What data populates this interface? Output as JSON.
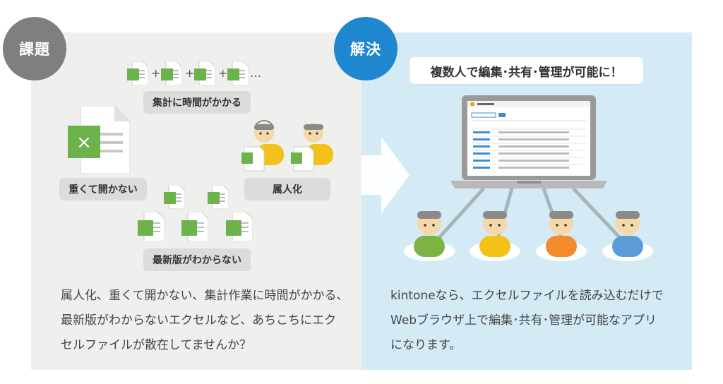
{
  "badges": {
    "problem": "課題",
    "solution": "解決"
  },
  "left": {
    "sum_label": "集計に時間がかかる",
    "heavy_label": "重くて開かない",
    "person_label": "属人化",
    "latest_label": "最新版がわからない",
    "plus": "+",
    "ellipsis": "…",
    "file_mark": "×",
    "text_lines": [
      "属人化、重くて開かない、集計作業に時間がかかる、",
      "最新版がわからないエクセルなど、あちこちにエク",
      "セルファイルが散在してませんか？"
    ]
  },
  "right": {
    "headline": "複数人で編集･共有･管理が可能に！",
    "text_lines": [
      "kintoneなら、エクセルファイルを読み込むだけで",
      "Webブラウザ上で編集･共有･管理が可能なアプリ",
      "になります。"
    ]
  },
  "colors": {
    "left_bg": "#efefed",
    "right_bg": "#d4ebf6",
    "problem_badge": "#7f7f7f",
    "solution_badge": "#1f87cf",
    "excel_green": "#6bb34a",
    "person_green": "#7cb342",
    "person_yellow": "#f2c21b",
    "person_orange": "#f28b2b",
    "person_blue": "#5a9bd8"
  }
}
